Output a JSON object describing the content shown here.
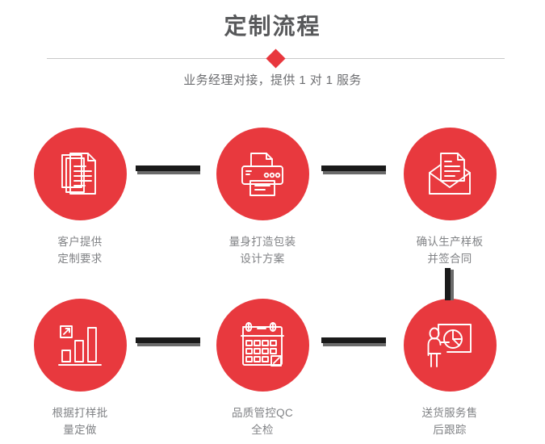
{
  "header": {
    "title": "定制流程",
    "subtitle": "业务经理对接，提供 1 对 1 服务",
    "diamond_color": "#e8373d",
    "rule_color": "#c9c9c9",
    "title_color": "#58595b",
    "subtitle_color": "#6d6e71"
  },
  "theme": {
    "circle_color": "#e8393e",
    "connector_color": "#1a1a1a",
    "connector_shadow_color": "#6b6b6b",
    "label_color": "#808285",
    "background": "#ffffff"
  },
  "flow": {
    "steps": [
      {
        "index": "1",
        "icon": "documents-stack-icon",
        "label": "客户提供\n定制要求"
      },
      {
        "index": "2",
        "icon": "printer-icon",
        "label": "量身打造包装\n设计方案"
      },
      {
        "index": "3",
        "icon": "envelope-document-icon",
        "label": "确认生产样板\n并签合同"
      },
      {
        "index": "4",
        "icon": "bar-chart-growth-icon",
        "label": "根据打样批\n量定做"
      },
      {
        "index": "5",
        "icon": "calendar-check-icon",
        "label": "品质管控QC\n全检"
      },
      {
        "index": "6",
        "icon": "presenter-piechart-icon",
        "label": "送货服务售\n后跟踪"
      }
    ],
    "connectors": [
      {
        "name": "connector-step1-step2",
        "orientation": "horizontal"
      },
      {
        "name": "connector-step2-step3",
        "orientation": "horizontal"
      },
      {
        "name": "connector-step3-step6",
        "orientation": "vertical"
      },
      {
        "name": "connector-step4-step5",
        "orientation": "horizontal"
      },
      {
        "name": "connector-step5-step6",
        "orientation": "horizontal"
      }
    ]
  }
}
